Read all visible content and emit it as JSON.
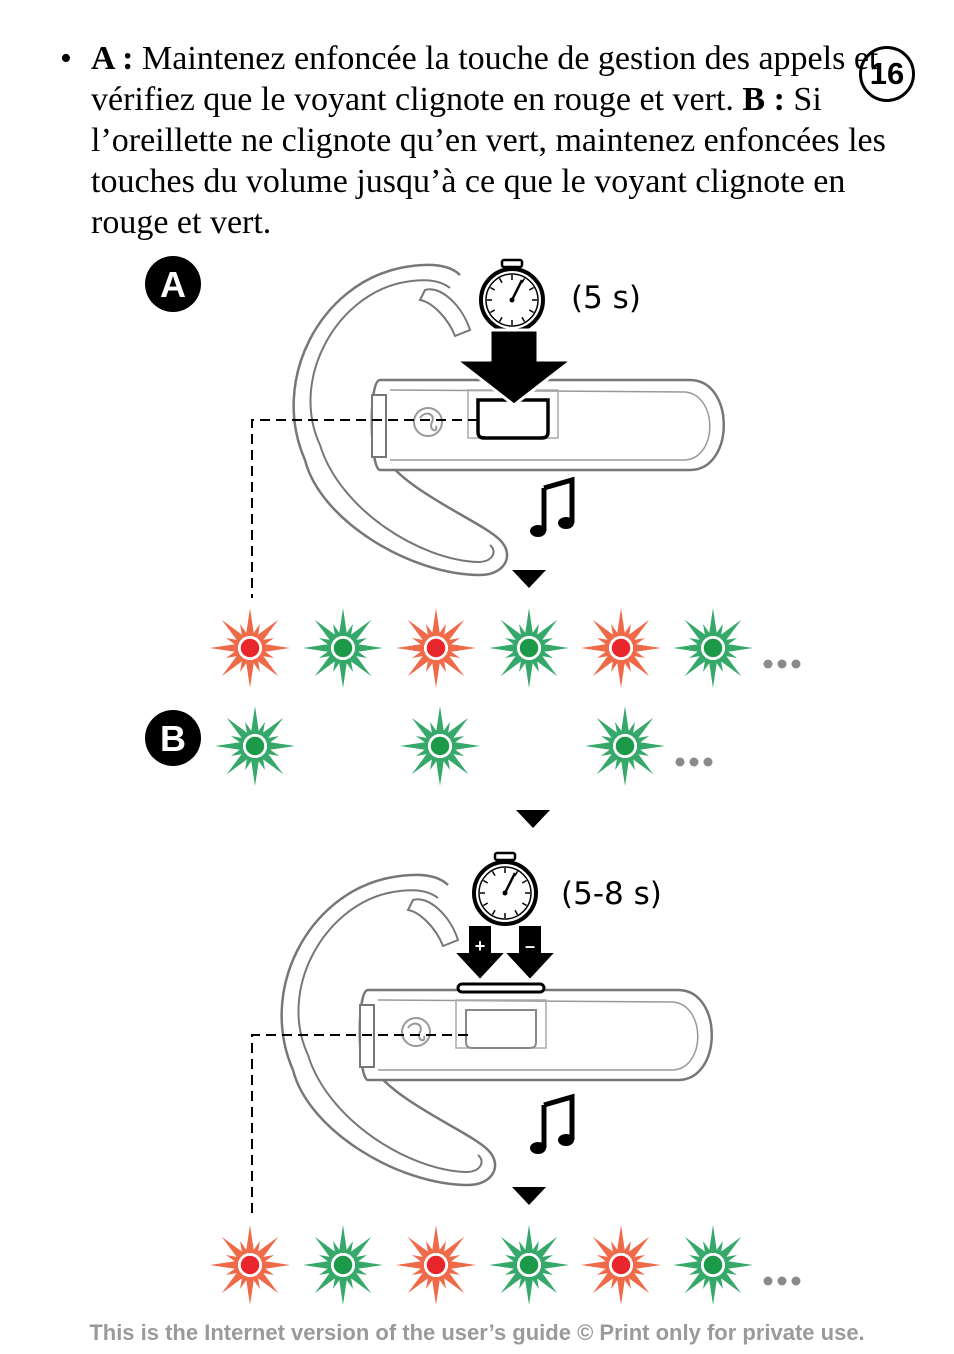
{
  "page_number": "16",
  "instruction": {
    "bullet": "•",
    "a_label": "A :",
    "a_text": " Maintenez enfoncée la touche de gestion des appels et vérifiez que le voyant clignote en rouge et vert. ",
    "b_label": "B :",
    "b_text": " Si l’oreillette ne clignote qu’en vert, maintenez enfoncées les touches du volume jusqu’à ce que le voyant clignote en rouge et vert."
  },
  "step_a": {
    "marker": "A",
    "duration": "(5 s)"
  },
  "step_b": {
    "marker": "B",
    "duration": "(5-8 s)",
    "plus_label": "+",
    "minus_label": "–"
  },
  "led_colors": {
    "red": "#e8262b",
    "green": "#1c9a4a",
    "red_rays": "#ef6a48",
    "green_rays": "#35a86a"
  },
  "footer": "This is the Internet version of the user’s guide © Print only for private use."
}
